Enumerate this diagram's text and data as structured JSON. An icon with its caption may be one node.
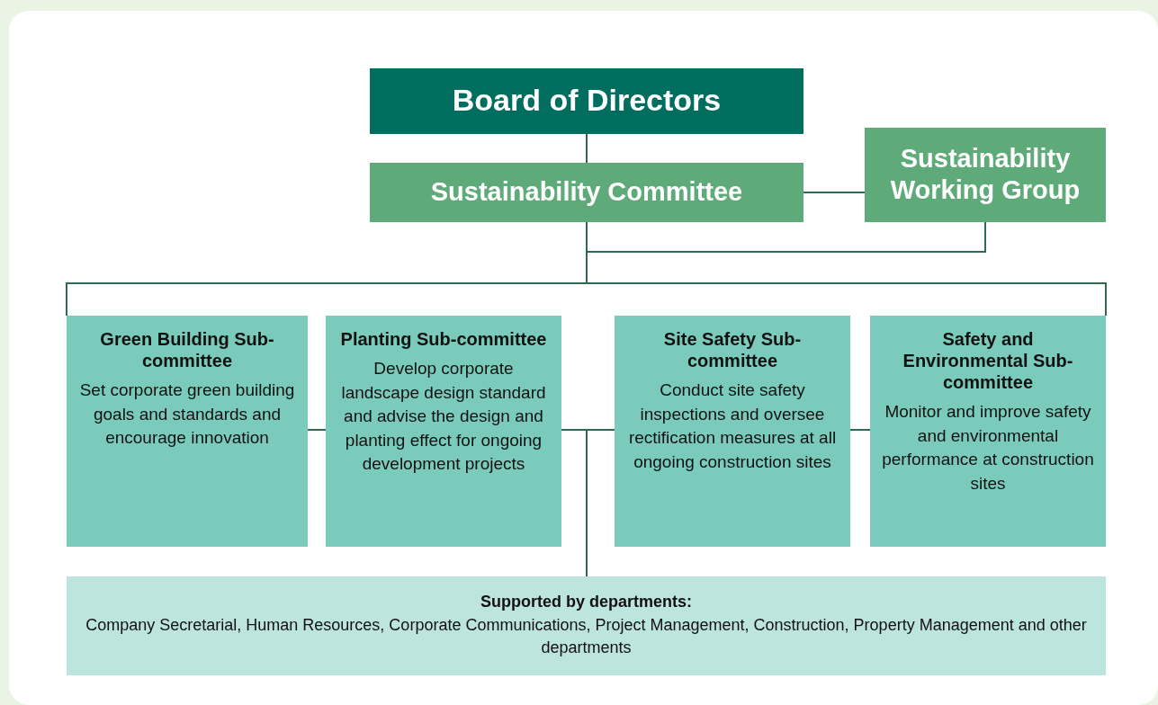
{
  "diagram": {
    "nodes": [
      {
        "text": [
          "Board of Directors"
        ]
      },
      {
        "text": [
          "Sustainability Committee"
        ]
      },
      {
        "text": [
          "Sustainability Working Group"
        ]
      },
      {
        "text": [
          "Green Building Sub-committee",
          "Set corporate green building goals and standards and encourage innovation"
        ]
      },
      {
        "text": [
          "Planting Sub-committee",
          "Develop corporate landscape design standard and advise the design and planting effect for ongoing development projects"
        ]
      },
      {
        "text": [
          "Site Safety Sub-committee",
          "Conduct site safety inspections and oversee rectification measures at all ongoing construction sites"
        ]
      },
      {
        "text": [
          "Safety and Environmental Sub-committee",
          "Monitor and improve safety and environmental performance at construction sites"
        ]
      },
      {
        "text": [
          "Supported by departments:",
          "Company Secretarial, Human Resources, Corporate Communications, Project Management, Construction, Property Management and other departments"
        ]
      }
    ],
    "edges": [
      {
        "from": 0,
        "to": 1,
        "arrow": "none"
      },
      {
        "from": 1,
        "to": 2,
        "arrow": "none"
      },
      {
        "from": 1,
        "to": 3,
        "arrow": "none"
      },
      {
        "from": 1,
        "to": 6,
        "arrow": "none"
      },
      {
        "from": 2,
        "to": 3,
        "arrow": "none"
      },
      {
        "from": 2,
        "to": 6,
        "arrow": "none"
      },
      {
        "from": 3,
        "to": 4,
        "arrow": "none"
      },
      {
        "from": 4,
        "to": 5,
        "arrow": "none"
      },
      {
        "from": 5,
        "to": 6,
        "arrow": "none"
      },
      {
        "from": 4,
        "to": 7,
        "arrow": "none"
      },
      {
        "from": 5,
        "to": 7,
        "arrow": "none"
      }
    ]
  }
}
